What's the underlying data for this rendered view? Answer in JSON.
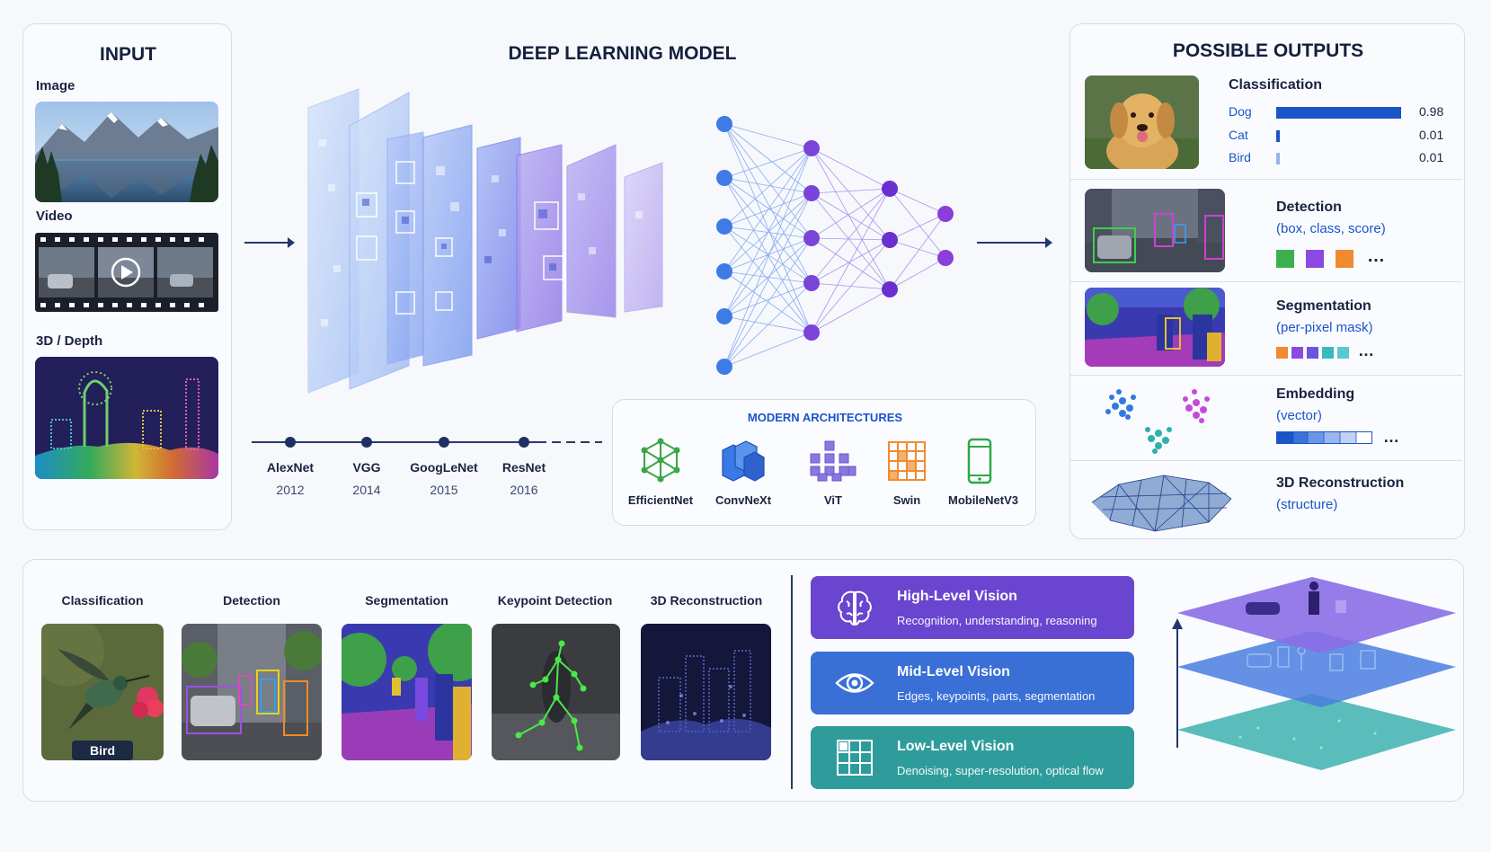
{
  "input": {
    "title": "INPUT",
    "image_label": "Image",
    "video_label": "Video",
    "depth_label": "3D / Depth"
  },
  "model": {
    "title": "DEEP LEARNING MODEL"
  },
  "timeline": [
    {
      "name": "AlexNet",
      "year": "2012"
    },
    {
      "name": "VGG",
      "year": "2014"
    },
    {
      "name": "GoogLeNet",
      "year": "2015"
    },
    {
      "name": "ResNet",
      "year": "2016"
    }
  ],
  "modern": {
    "title": "MODERN ARCHITECTURES",
    "items": [
      "EfficientNet",
      "ConvNeXt",
      "ViT",
      "Swin",
      "MobileNetV3"
    ]
  },
  "outputs": {
    "title": "POSSIBLE OUTPUTS",
    "classification": {
      "title": "Classification",
      "rows": [
        {
          "label": "Dog",
          "value": 0.98,
          "text": "0.98"
        },
        {
          "label": "Cat",
          "value": 0.01,
          "text": "0.01"
        },
        {
          "label": "Bird",
          "value": 0.01,
          "text": "0.01"
        }
      ]
    },
    "detection": {
      "title": "Detection",
      "sub": "(box, class, score)",
      "more": "…"
    },
    "segmentation": {
      "title": "Segmentation",
      "sub": "(per-pixel mask)",
      "more": "…"
    },
    "embedding": {
      "title": "Embedding",
      "sub": "(vector)",
      "more": "…"
    },
    "reconstruction": {
      "title": "3D Reconstruction",
      "sub": "(structure)"
    }
  },
  "tasks": [
    {
      "label": "Classification",
      "badge": "Bird"
    },
    {
      "label": "Detection"
    },
    {
      "label": "Segmentation"
    },
    {
      "label": "Keypoint Detection"
    },
    {
      "label": "3D Reconstruction"
    }
  ],
  "levels": [
    {
      "title": "High-Level Vision",
      "desc": "Recognition, understanding, reasoning",
      "color": "#6a45cf",
      "icon": "brain-icon"
    },
    {
      "title": "Mid-Level Vision",
      "desc": "Edges, keypoints, parts, segmentation",
      "color": "#3a6fd6",
      "icon": "eye-icon"
    },
    {
      "title": "Low-Level Vision",
      "desc": "Denoising, super-resolution, optical flow",
      "color": "#2f9c9c",
      "icon": "grid-icon"
    }
  ]
}
